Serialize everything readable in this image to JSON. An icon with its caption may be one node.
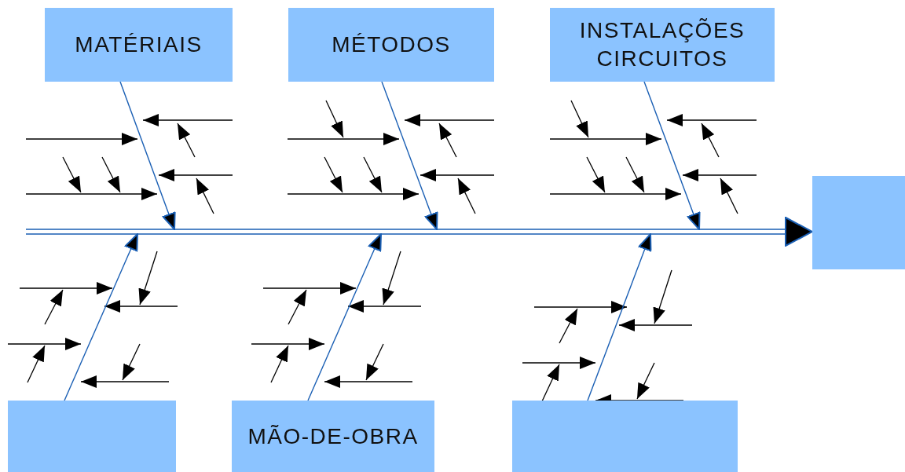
{
  "diagram": {
    "nodes": [
      {
        "text": [
          "MATÉRIAIS"
        ]
      },
      {
        "text": [
          "MÉTODOS"
        ]
      },
      {
        "text": [
          "INSTALAÇÕES CIRCUITOS"
        ]
      },
      {
        "text": [],
        "shape": "box"
      },
      {
        "text": [],
        "shape": "box"
      },
      {
        "text": [
          "MÃO-DE-OBRA"
        ]
      },
      {
        "text": [],
        "shape": "box"
      }
    ],
    "edges": [
      {
        "from": 0,
        "to": null,
        "arrow": "to"
      },
      {
        "from": 1,
        "to": null,
        "arrow": "to"
      },
      {
        "from": 2,
        "to": null,
        "arrow": "to"
      },
      {
        "from": 4,
        "to": null,
        "arrow": "to"
      },
      {
        "from": 5,
        "to": null,
        "arrow": "to"
      },
      {
        "from": 6,
        "to": null,
        "arrow": "to"
      },
      {
        "from": null,
        "to": 3,
        "arrow": "to"
      }
    ]
  }
}
